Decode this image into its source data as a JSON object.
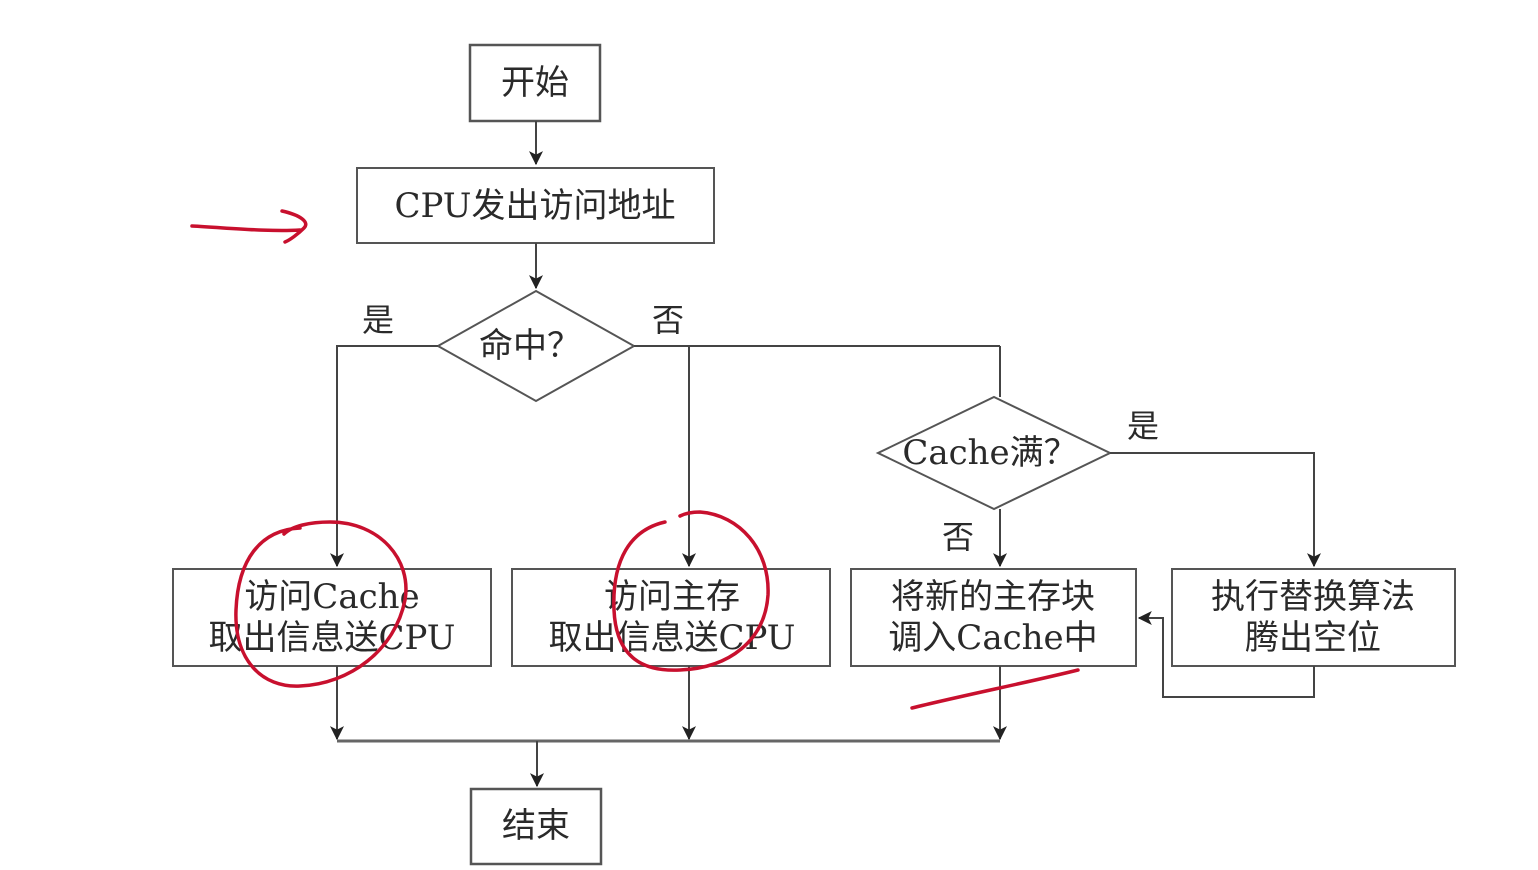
{
  "diagram": {
    "title": "Cache access flowchart",
    "ink_color": "#c8102e",
    "line_color": "#444444",
    "nodes": {
      "start": "开始",
      "cpu_issue": "CPU发出访问地址",
      "hit_decision": "命中？",
      "cache_full_decision": "Cache满？",
      "access_cache": {
        "line1": "访问Cache",
        "line2": "取出信息送CPU"
      },
      "access_memory": {
        "line1": "访问主存",
        "line2": "取出信息送CPU"
      },
      "load_block": {
        "line1": "将新的主存块",
        "line2": "调入Cache中"
      },
      "replace": {
        "line1": "执行替换算法",
        "line2": "腾出空位"
      },
      "end": "结束"
    },
    "edge_labels": {
      "hit_yes": "是",
      "hit_no": "否",
      "full_yes": "是",
      "full_no": "否"
    },
    "annotations": [
      "red arrow pointing at CPU发出访问地址",
      "red circle around 访问Cache",
      "red circle around 访问主存",
      "red underline under 调入Cache中"
    ]
  }
}
